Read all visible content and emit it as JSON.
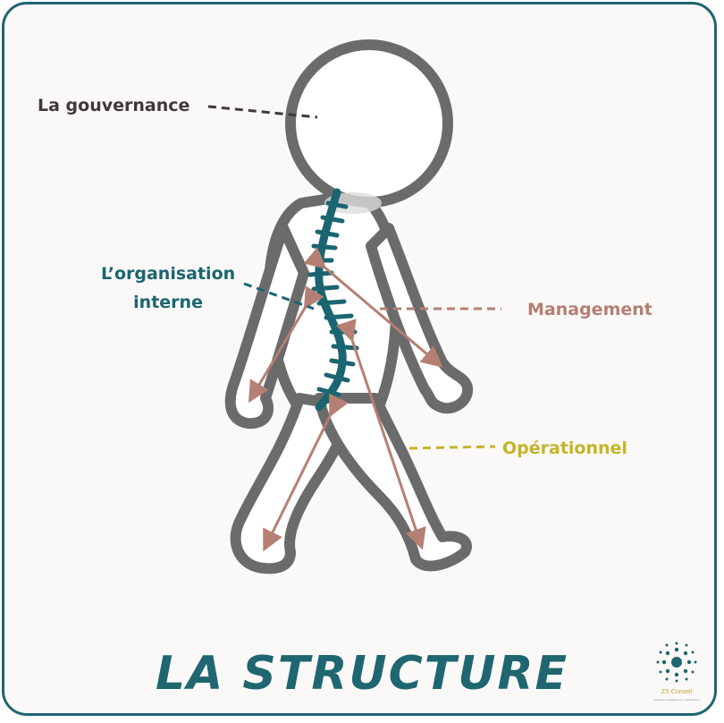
{
  "labels": {
    "governance": "La gouvernance",
    "organisation_line1": "L’organisation",
    "organisation_line2": "interne",
    "management": "Management",
    "operational": "Opérationnel"
  },
  "title": "LA STRUCTURE",
  "logo": {
    "name": "ZS Conseil",
    "tagline": "conseil en management • opérationnel"
  },
  "colors": {
    "frame": "#1f6670",
    "spine": "#1b6570",
    "arrows": "#b57f73",
    "operational": "#c5b326",
    "outline": "#6b6b6b"
  }
}
